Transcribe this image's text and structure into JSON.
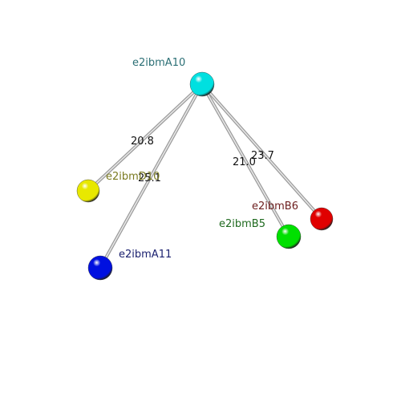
{
  "nodes": [
    {
      "id": "A10",
      "label": "e2ibmA10",
      "color": "#00e0e0",
      "label_color": "#2b6f75"
    },
    {
      "id": "D10",
      "label": "e2ibmD10",
      "color": "#e8e800",
      "label_color": "#7a7a20"
    },
    {
      "id": "A11",
      "label": "e2ibmA11",
      "color": "#0010e0",
      "label_color": "#1c2270"
    },
    {
      "id": "B5",
      "label": "e2ibmB5",
      "color": "#00e000",
      "label_color": "#1f6a1f"
    },
    {
      "id": "B6",
      "label": "e2ibmB6",
      "color": "#e00000",
      "label_color": "#6e2020"
    }
  ],
  "edges": [
    {
      "from": "A10",
      "to": "D10",
      "distance": "20.8"
    },
    {
      "from": "A10",
      "to": "A11",
      "distance": "25.1"
    },
    {
      "from": "A10",
      "to": "B5",
      "distance": "21.0"
    },
    {
      "from": "A10",
      "to": "B6",
      "distance": "23.7"
    }
  ]
}
